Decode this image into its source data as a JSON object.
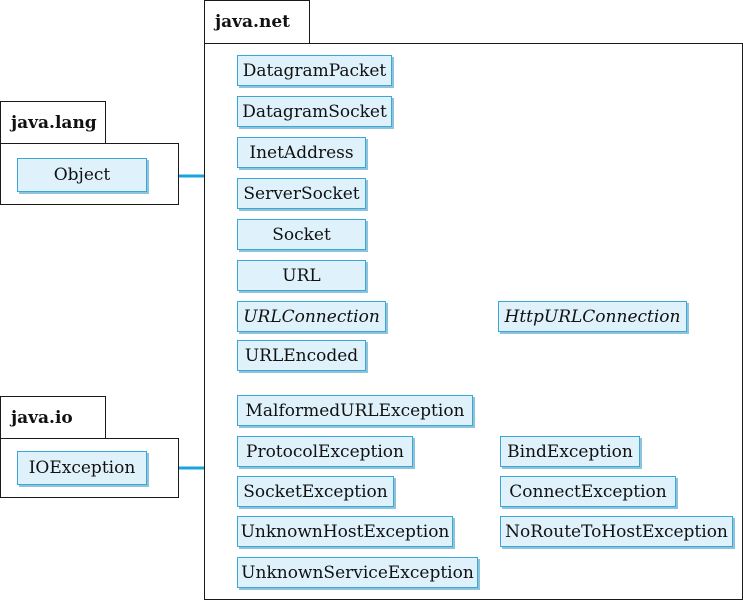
{
  "packages": {
    "net": "java.net",
    "lang": "java.lang",
    "io": "java.io"
  },
  "classes": {
    "object": "Object",
    "ioexception": "IOException",
    "datagram_packet": "DatagramPacket",
    "datagram_socket": "DatagramSocket",
    "inet_address": "InetAddress",
    "server_socket": "ServerSocket",
    "socket": "Socket",
    "url": "URL",
    "url_connection": "URLConnection",
    "url_encoded": "URLEncoded",
    "http_url_connection": "HttpURLConnection",
    "malformed_url_exception": "MalformedURLException",
    "protocol_exception": "ProtocolException",
    "socket_exception": "SocketException",
    "unknown_host_exception": "UnknownHostException",
    "unknown_service_exception": "UnknownServiceException",
    "bind_exception": "BindException",
    "connect_exception": "ConnectException",
    "no_route_to_host_exception": "NoRouteToHostException"
  },
  "colors": {
    "connector": "#1aa3dc",
    "class_fill": "#dff1fb",
    "class_border": "#3aa7d6",
    "package_border": "#1a1a1a"
  }
}
